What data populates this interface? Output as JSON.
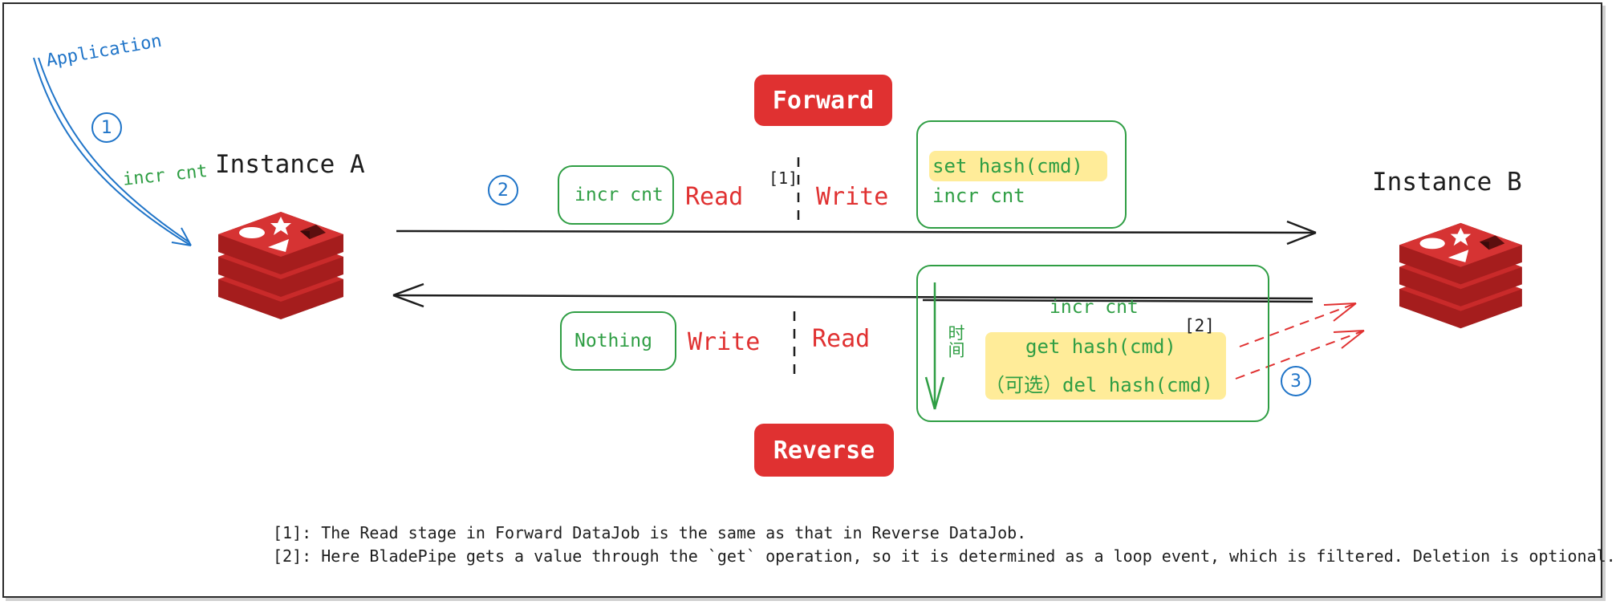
{
  "application_label": "Application",
  "instance_a": {
    "title": "Instance A",
    "incoming_cmd": "incr cnt"
  },
  "instance_b": {
    "title": "Instance B"
  },
  "step_markers": [
    "1",
    "2",
    "3"
  ],
  "forward": {
    "label": "Forward",
    "read_box": "incr cnt",
    "stage_read": "Read",
    "footnote_ref": "[1]",
    "stage_write": "Write",
    "write_lines": [
      "set hash(cmd)",
      "incr cnt"
    ]
  },
  "reverse": {
    "label": "Reverse",
    "write_box": "Nothing",
    "stage_write": "Write",
    "stage_read": "Read",
    "time_label": "时间",
    "events": [
      "incr cnt",
      "get hash(cmd)",
      "（可选）del hash(cmd)"
    ],
    "footnote_ref": "[2]"
  },
  "footnotes": [
    "[1]:  The Read stage in Forward DataJob is the same as that in Reverse DataJob.",
    "[2]: Here BladePipe gets a value through the `get` operation, so it is determined as a loop event, which is filtered. Deletion is optional."
  ],
  "colors": {
    "red": "#e03131",
    "green": "#2f9e44",
    "blue": "#1f74c8",
    "highlight": "#ffec99",
    "redis": "#c92a2a"
  },
  "icons": [
    "redis-icon",
    "arrow-right-icon",
    "arrow-left-icon",
    "dashed-arrow-icon"
  ]
}
